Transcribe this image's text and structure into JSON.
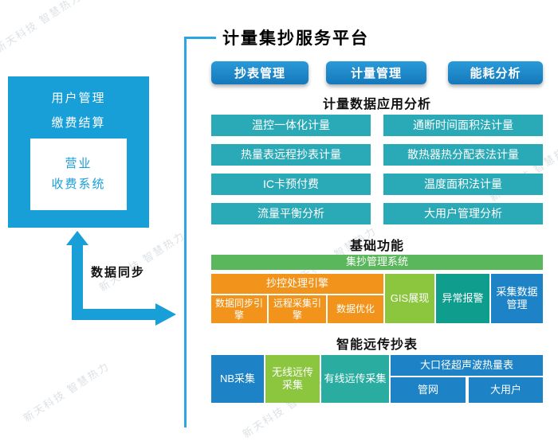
{
  "watermark": {
    "text": "新天科技 智慧热力"
  },
  "left_panel": {
    "line1": "用户管理",
    "line2": "缴费结算",
    "inner_line1": "营业",
    "inner_line2": "收费系统"
  },
  "connector": {
    "label": "数据同步"
  },
  "main": {
    "title": "计量集抄服务平台",
    "buttons": [
      "抄表管理",
      "计量管理",
      "能耗分析"
    ],
    "analysis": {
      "title": "计量数据应用分析",
      "left": [
        "温控一体化计量",
        "热量表远程抄表计量",
        "IC卡预付费",
        "流量平衡分析"
      ],
      "right": [
        "通断时间面积法计量",
        "散热器热分配表法计量",
        "温度面积法计量",
        "大用户管理分析"
      ]
    },
    "basic": {
      "title": "基础功能",
      "system_bar": "集抄管理系统",
      "engine_header": "抄控处理引擎",
      "engine_items": [
        "数据同步引擎",
        "远程采集引擎",
        "数据优化"
      ],
      "gis": "GIS展现",
      "alarm": "异常报警",
      "collect_mgmt": "采集数据管理"
    },
    "remote": {
      "title": "智能远传抄表",
      "nb": "NB采集",
      "wireless": "无线远传采集",
      "wired": "有线远传采集",
      "ultrasonic_header": "大口径超声波热量表",
      "pipe": "管网",
      "big_user": "大用户"
    }
  },
  "colors": {
    "primary_blue": "#189fd8",
    "teal": "#2aa9b6",
    "orange": "#f2941b",
    "green": "#8cc63f",
    "bar_green": "#5bb75b",
    "dark_teal": "#0f9e8e",
    "box_blue": "#1d82c6",
    "button_blue": "#1a85c8",
    "bracket_blue": "#2aa7e0"
  }
}
